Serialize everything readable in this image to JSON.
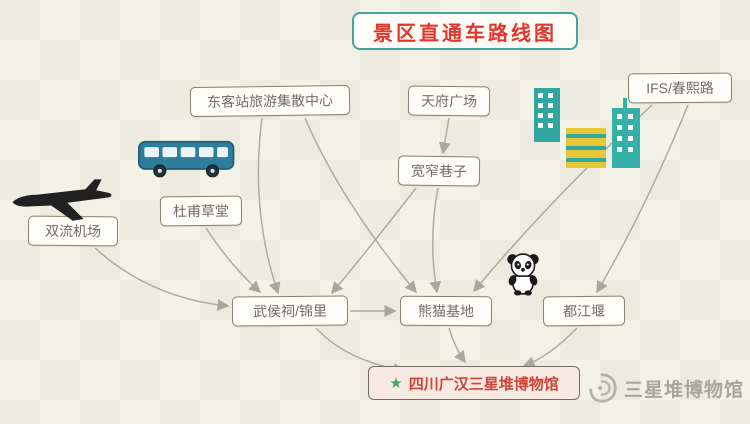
{
  "title": "景区直通车路线图",
  "nodes": {
    "east_station": {
      "label": "东客站旅游集散中心"
    },
    "tianfu_square": {
      "label": "天府广场"
    },
    "ifs_chunxi": {
      "label": "IFS/春熙路"
    },
    "kuanzhai_alley": {
      "label": "宽窄巷子"
    },
    "dufu_cottage": {
      "label": "杜甫草堂"
    },
    "shuangliu_airport": {
      "label": "双流机场"
    },
    "wuhou_jinli": {
      "label": "武侯祠/锦里"
    },
    "panda_base": {
      "label": "熊猫基地"
    },
    "dujiangyan": {
      "label": "都江堰"
    },
    "museum": {
      "label": "四川广汉三星堆博物馆",
      "star_icon": "★"
    }
  },
  "edges": [
    {
      "from": "东客站旅游集散中心",
      "to": "武侯祠/锦里"
    },
    {
      "from": "东客站旅游集散中心",
      "to": "熊猫基地"
    },
    {
      "from": "天府广场",
      "to": "宽窄巷子"
    },
    {
      "from": "宽窄巷子",
      "to": "武侯祠/锦里"
    },
    {
      "from": "宽窄巷子",
      "to": "熊猫基地"
    },
    {
      "from": "IFS/春熙路",
      "to": "熊猫基地"
    },
    {
      "from": "IFS/春熙路",
      "to": "都江堰"
    },
    {
      "from": "双流机场",
      "to": "武侯祠/锦里"
    },
    {
      "from": "杜甫草堂",
      "to": "武侯祠/锦里"
    },
    {
      "from": "武侯祠/锦里",
      "to": "熊猫基地"
    },
    {
      "from": "武侯祠/锦里",
      "to": "四川广汉三星堆博物馆"
    },
    {
      "from": "熊猫基地",
      "to": "四川广汉三星堆博物馆"
    },
    {
      "from": "都江堰",
      "to": "四川广汉三星堆博物馆"
    }
  ],
  "icons": {
    "airplane": "airplane-icon",
    "bus": "bus-icon",
    "buildings": "city-buildings-icon",
    "panda": "panda-icon",
    "museum_star": "star-icon",
    "logo": "sanxingdui-logo-icon"
  },
  "watermark": {
    "label": "三星堆博物馆"
  },
  "colors": {
    "title_border": "#43a3a0",
    "title_text": "#e5352b",
    "museum_text": "#cf4436",
    "star_green": "#43a65c",
    "edge_gray": "#adaca1",
    "bus_teal": "#2e7d9a",
    "building_teal": "#2fa7a0",
    "building_yellow": "#e9c838"
  }
}
